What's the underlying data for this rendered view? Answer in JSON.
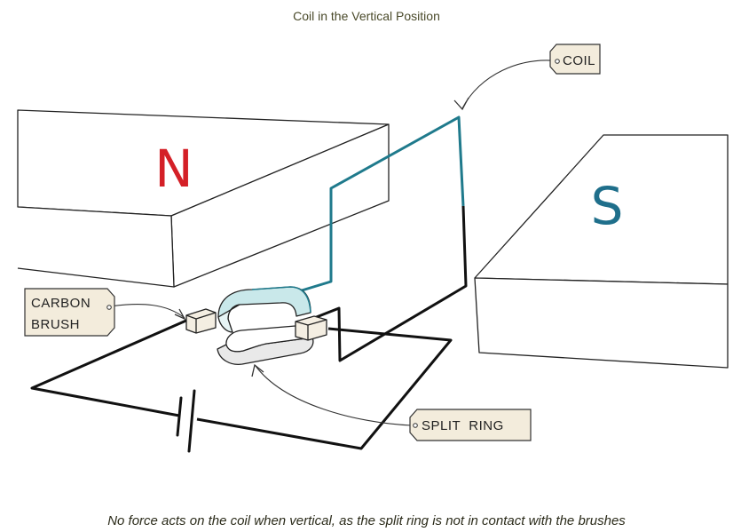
{
  "title": "Coil in the Vertical Position",
  "labels": {
    "coil": "COIL",
    "carbon_brush_line1": "CARBON",
    "carbon_brush_line2": "BRUSH",
    "split_ring": "SPLIT  RING"
  },
  "poles": {
    "north": "N",
    "south": "S"
  },
  "caption": "No force acts on the coil when vertical, as the split ring is not in contact with the brushes",
  "colors": {
    "north": "#d42027",
    "south": "#1f6f8b",
    "coil": "#1f7a8c",
    "wire": "#111111",
    "ring": "#bfe3e6",
    "tag_fill": "#f3ecdc"
  }
}
